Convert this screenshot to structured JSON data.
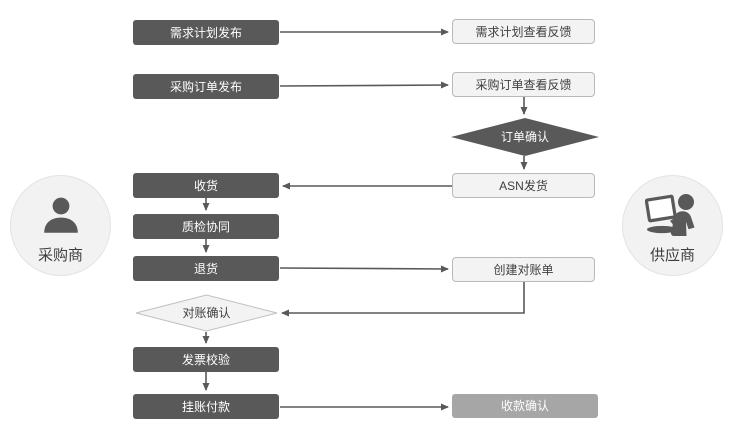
{
  "colors": {
    "dark": "#595959",
    "medium": "#a6a6a6",
    "light_fill": "#f3f3f3",
    "light_border": "#b9b9b9",
    "text_dark": "#3f3f3f",
    "arrow": "#595959",
    "circle_fill": "#f2f2f2",
    "circle_border": "#e3e3e3",
    "white": "#ffffff",
    "bg": "#ffffff"
  },
  "actors": {
    "buyer": {
      "label": "采购商",
      "icon": "person-icon"
    },
    "supplier": {
      "label": "供应商",
      "icon": "person-laptop-icon"
    }
  },
  "nodes": {
    "plan_publish": {
      "label": "需求计划发布",
      "type": "process-dark"
    },
    "plan_feedback": {
      "label": "需求计划查看反馈",
      "type": "process-light"
    },
    "po_publish": {
      "label": "采购订单发布",
      "type": "process-dark"
    },
    "po_feedback": {
      "label": "采购订单查看反馈",
      "type": "process-light"
    },
    "order_confirm": {
      "label": "订单确认",
      "type": "decision-dark"
    },
    "asn_ship": {
      "label": "ASN发货",
      "type": "process-light"
    },
    "receive": {
      "label": "收货",
      "type": "process-dark"
    },
    "quality_check": {
      "label": "质检协同",
      "type": "process-dark"
    },
    "return_goods": {
      "label": "退货",
      "type": "process-dark"
    },
    "create_statement": {
      "label": "创建对账单",
      "type": "process-light"
    },
    "recon_confirm": {
      "label": "对账确认",
      "type": "decision-light"
    },
    "invoice_check": {
      "label": "发票校验",
      "type": "process-dark"
    },
    "pay_on_account": {
      "label": "挂账付款",
      "type": "process-dark"
    },
    "collection_confirm": {
      "label": "收款确认",
      "type": "process-medium"
    }
  }
}
